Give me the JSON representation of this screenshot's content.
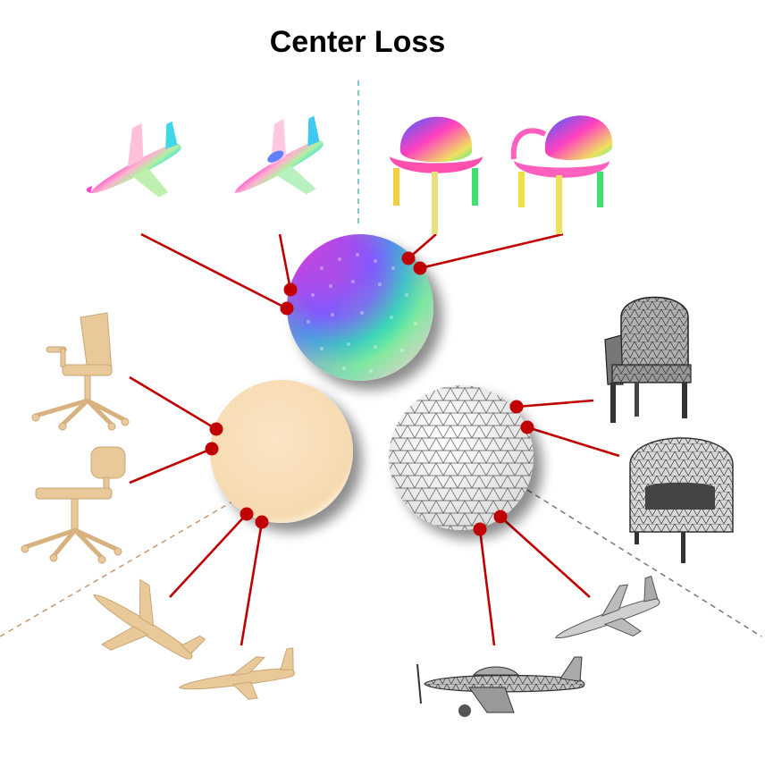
{
  "title": "Center Loss",
  "colors": {
    "connector": "#c00000",
    "pointcloud_center": "#e040c0",
    "voxel_center": "#f7deb8",
    "mesh_center": "#e8e8e8",
    "voxel_object": "#e9c99a",
    "mesh_object": "#8a8a8a",
    "divider_top": "#5ab0b8",
    "divider_left": "#c89870",
    "divider_right": "#777777"
  },
  "clusters": [
    {
      "name": "point-cloud",
      "objects": [
        "airplane-icon",
        "airplane-icon",
        "chair-icon",
        "chair-icon"
      ]
    },
    {
      "name": "voxel",
      "objects": [
        "office-chair-icon",
        "office-chair-icon",
        "airplane-icon",
        "airplane-icon"
      ]
    },
    {
      "name": "mesh",
      "objects": [
        "armchair-icon",
        "armchair-icon",
        "airplane-icon",
        "fighter-plane-icon"
      ]
    }
  ]
}
